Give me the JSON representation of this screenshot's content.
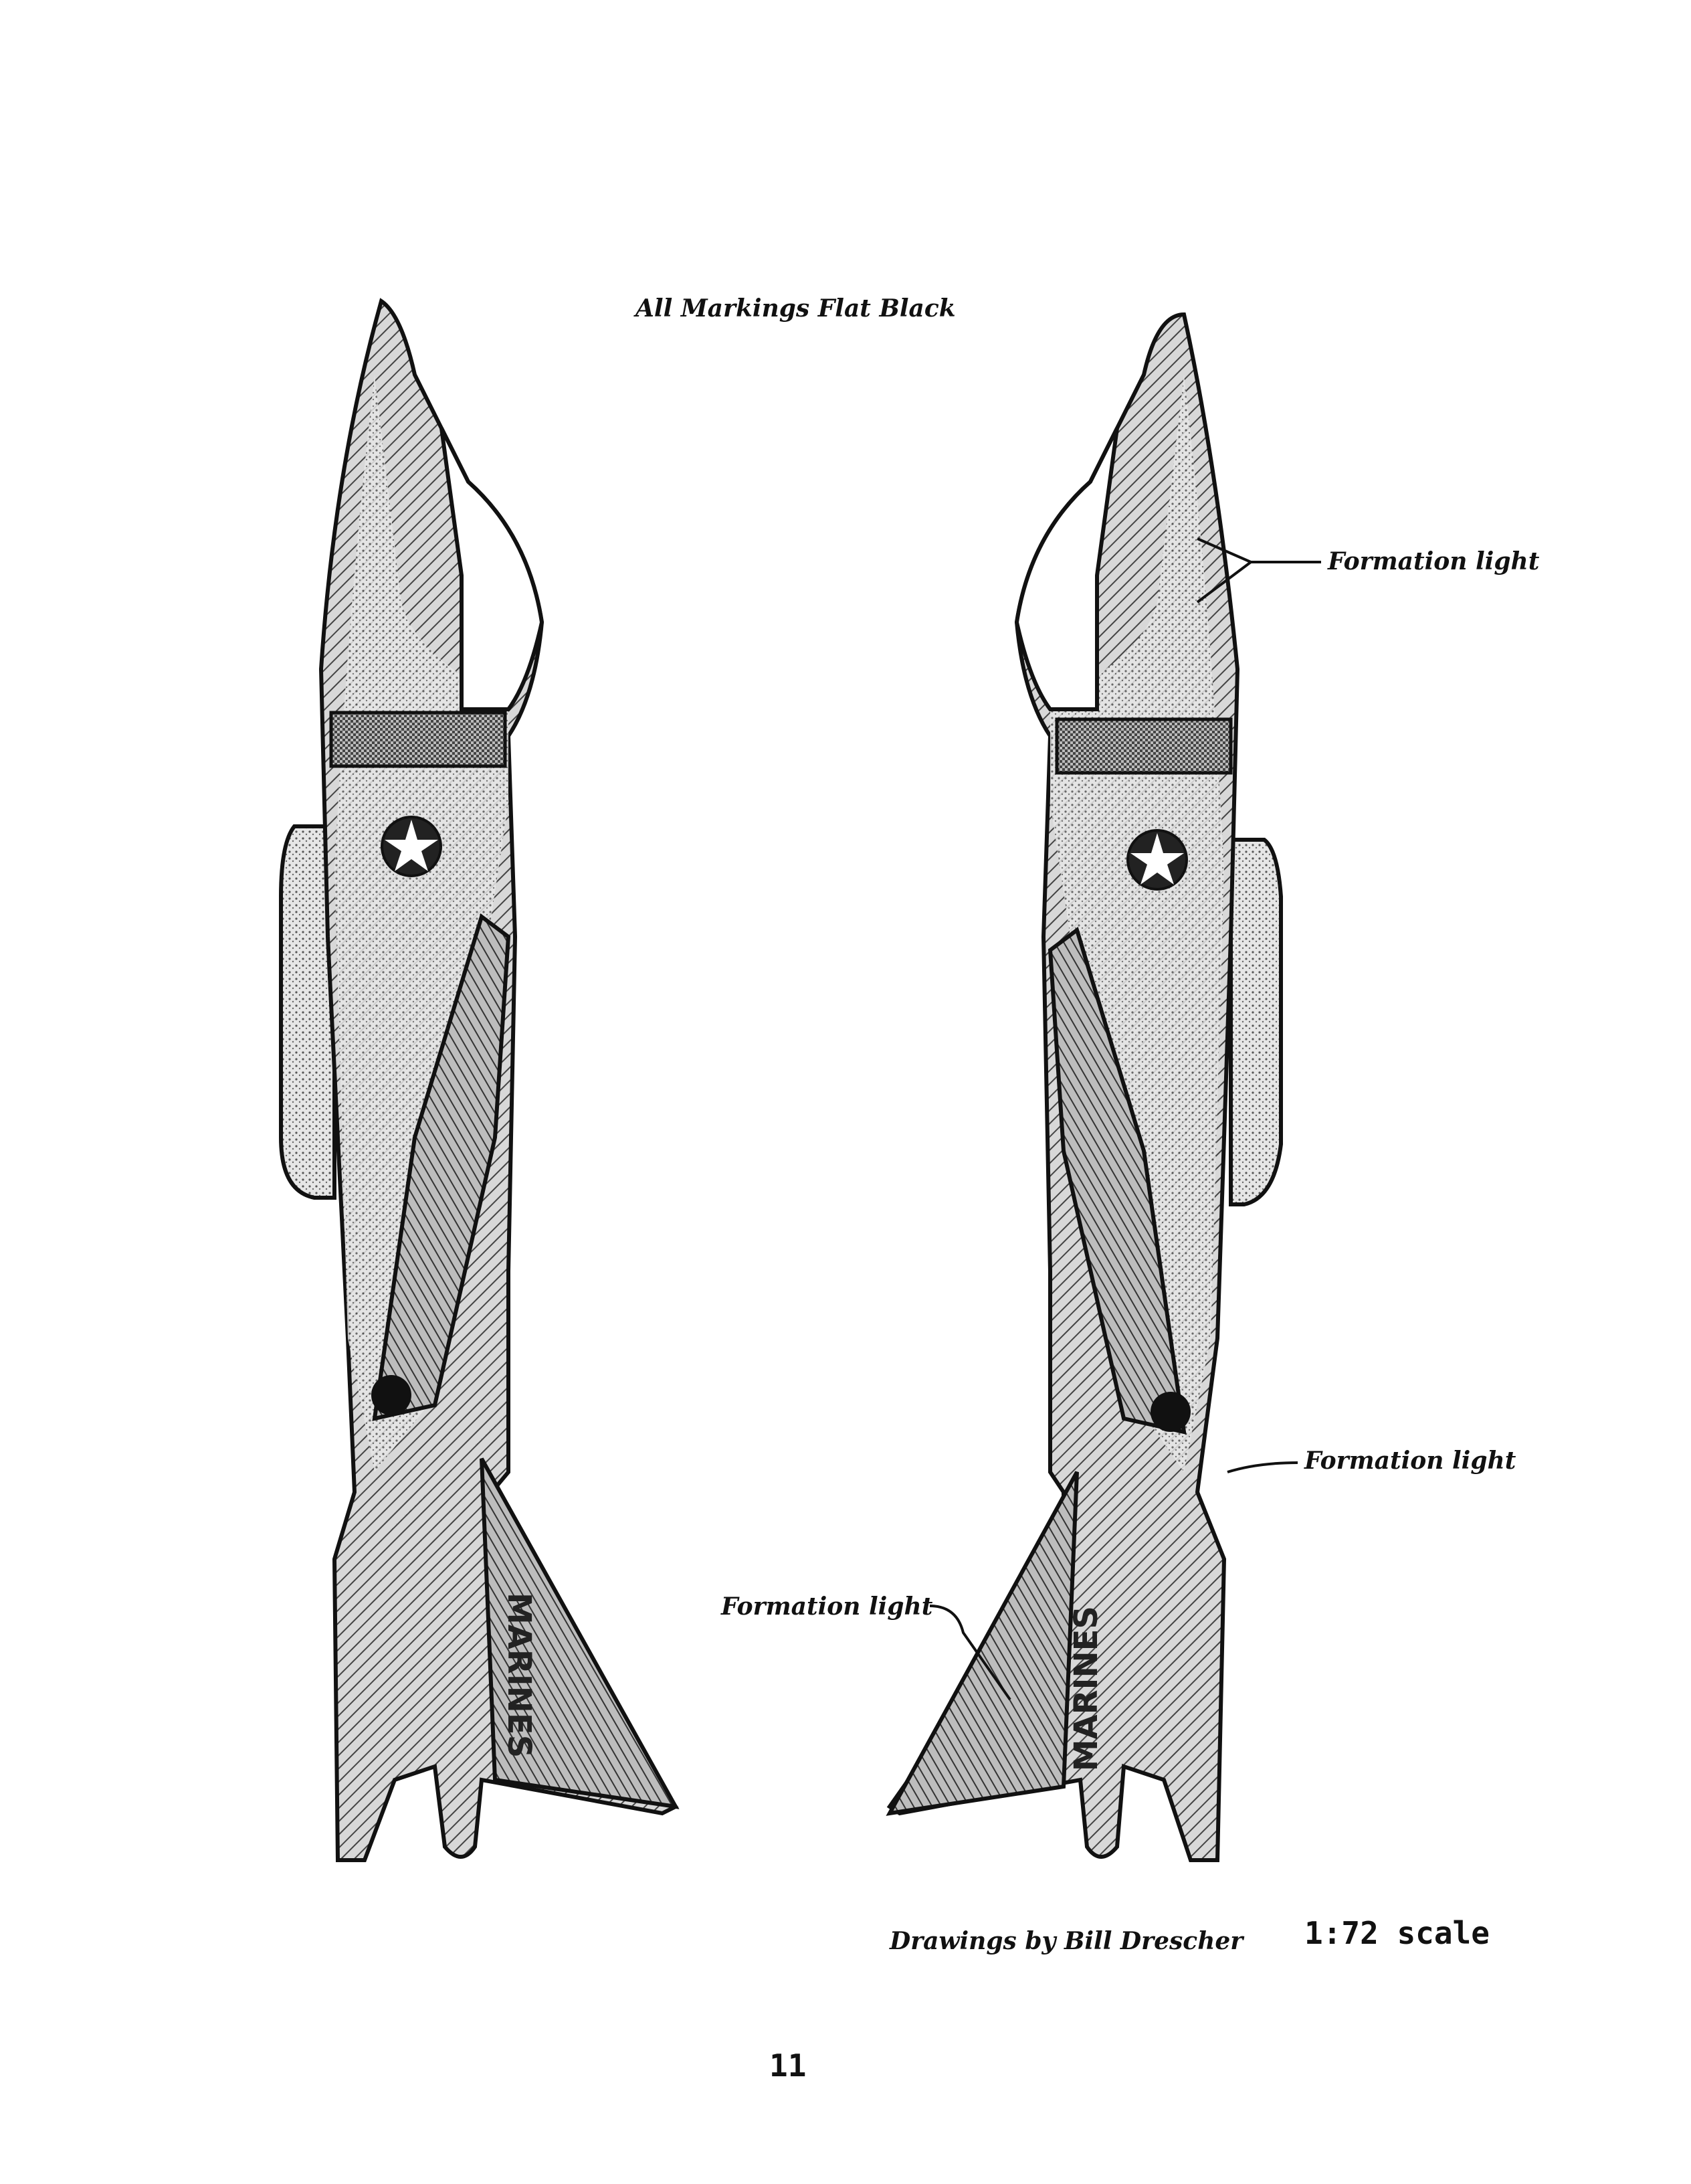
{
  "heading": "All Markings Flat Black",
  "callouts": {
    "formation_light_top": "Formation light",
    "formation_light_middle": "Formation light",
    "formation_light_bottom": "Formation light"
  },
  "credit": "Drawings by Bill Drescher",
  "scale": "1:72 scale",
  "page_number": "11",
  "aircraft_markings": {
    "left_tail_text": "MARINES",
    "right_tail_text": "MARINES"
  },
  "colors": {
    "ink": "#111111",
    "paper": "#ffffff",
    "tone_light": "#d8d8d8",
    "tone_mid": "#a8a8a8",
    "tone_dark": "#7a7a7a"
  }
}
